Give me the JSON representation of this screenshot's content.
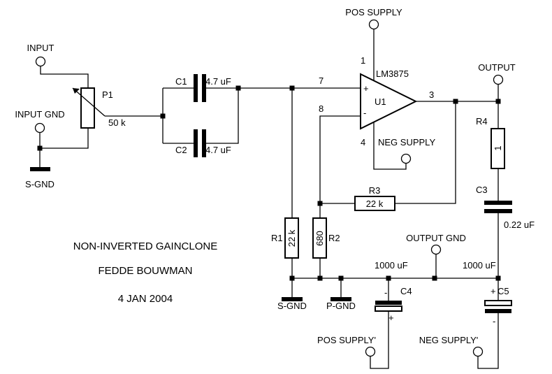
{
  "diagram": {
    "title_lines": [
      "NON-INVERTED GAINCLONE",
      "FEDDE BOUWMAN",
      "4 JAN 2004"
    ],
    "terminals": {
      "input": "INPUT",
      "input_gnd": "INPUT GND",
      "pos_supply": "POS SUPPLY",
      "neg_supply": "NEG SUPPLY",
      "output": "OUTPUT",
      "output_gnd": "OUTPUT GND",
      "pos_supply_prime": "POS SUPPLY'",
      "neg_supply_prime": "NEG SUPPLY'"
    },
    "grounds": {
      "s_gnd_left": "S-GND",
      "s_gnd_mid": "S-GND",
      "p_gnd": "P-GND"
    },
    "ic": {
      "part": "LM3875",
      "ref": "U1",
      "plus": "+",
      "minus": "-",
      "pin_pos_supply": "1",
      "pin_noninv": "7",
      "pin_inv": "8",
      "pin_neg_supply": "4",
      "pin_out": "3"
    },
    "components": {
      "p1": {
        "ref": "P1",
        "value": "50 k"
      },
      "c1": {
        "ref": "C1",
        "value": "4.7 uF"
      },
      "c2": {
        "ref": "C2",
        "value": "4.7 uF"
      },
      "r1": {
        "ref": "R1",
        "value": "22 k"
      },
      "r2": {
        "ref": "R2",
        "value": "680"
      },
      "r3": {
        "ref": "R3",
        "value": "22 k"
      },
      "r4": {
        "ref": "R4",
        "value": "1"
      },
      "c3": {
        "ref": "C3",
        "value": "0.22 uF"
      },
      "c4": {
        "ref": "C4",
        "value": "1000 uF",
        "minus": "-",
        "plus": "+"
      },
      "c5": {
        "ref": "C5",
        "value": "1000 uF",
        "minus": "-",
        "plus": "+"
      }
    }
  }
}
